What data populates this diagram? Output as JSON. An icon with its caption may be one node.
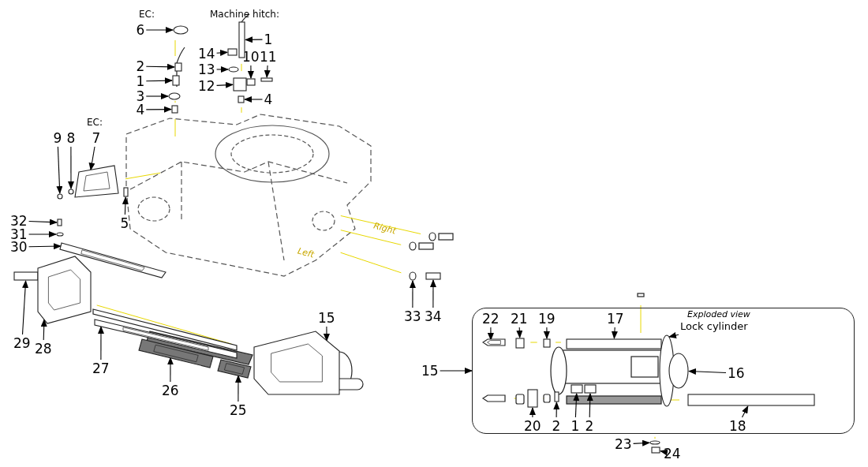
{
  "diagram": {
    "nodes": [
      {
        "text": [
          "6"
        ]
      },
      {
        "text": [
          "2"
        ]
      },
      {
        "text": [
          "1"
        ]
      },
      {
        "text": [
          "3"
        ]
      },
      {
        "text": [
          "4"
        ]
      },
      {
        "text": [
          "1"
        ]
      },
      {
        "text": [
          "14"
        ]
      },
      {
        "text": [
          "13"
        ]
      },
      {
        "text": [
          "12"
        ]
      },
      {
        "text": [
          "10"
        ]
      },
      {
        "text": [
          "11"
        ]
      },
      {
        "text": [
          "4"
        ]
      },
      {
        "text": [
          "9"
        ]
      },
      {
        "text": [
          "8"
        ]
      },
      {
        "text": [
          "7"
        ]
      },
      {
        "text": [
          "5"
        ]
      },
      {
        "text": [
          "32"
        ]
      },
      {
        "text": [
          "31"
        ]
      },
      {
        "text": [
          "30"
        ]
      },
      {
        "text": [
          "29"
        ]
      },
      {
        "text": [
          "28"
        ]
      },
      {
        "text": [
          "27"
        ]
      },
      {
        "text": [
          "26"
        ]
      },
      {
        "text": [
          "25"
        ]
      },
      {
        "text": [
          "15"
        ]
      },
      {
        "text": [
          "33"
        ]
      },
      {
        "text": [
          "34"
        ]
      },
      {
        "text": [
          "Exploded view"
        ]
      },
      {
        "text": [
          "22"
        ],
        "in": 27
      },
      {
        "text": [
          "21"
        ],
        "in": 27
      },
      {
        "text": [
          "19"
        ],
        "in": 27
      },
      {
        "text": [
          "17"
        ],
        "in": 27
      },
      {
        "text": [
          "Lock cylinder"
        ],
        "in": 27
      },
      {
        "text": [
          "15"
        ]
      },
      {
        "text": [
          "16"
        ],
        "in": 27
      },
      {
        "text": [
          "20"
        ],
        "in": 27
      },
      {
        "text": [
          "2"
        ],
        "in": 27
      },
      {
        "text": [
          "1"
        ],
        "in": 27
      },
      {
        "text": [
          "2"
        ],
        "in": 27
      },
      {
        "text": [
          "18"
        ],
        "in": 27
      },
      {
        "text": [
          "23"
        ]
      },
      {
        "text": [
          "24"
        ]
      },
      {
        "text": [],
        "shape": "circle"
      },
      {
        "text": [],
        "shape": "box"
      },
      {
        "text": [],
        "shape": "box"
      },
      {
        "text": [],
        "shape": "circle"
      },
      {
        "text": [],
        "shape": "box"
      },
      {
        "text": [],
        "shape": "box"
      },
      {
        "text": [],
        "shape": "box"
      },
      {
        "text": [],
        "shape": "circle"
      },
      {
        "text": [],
        "shape": "box"
      },
      {
        "text": [],
        "shape": "box"
      },
      {
        "text": [],
        "shape": "box"
      },
      {
        "text": [],
        "shape": "box"
      },
      {
        "text": [],
        "shape": "circle"
      },
      {
        "text": [],
        "shape": "circle"
      },
      {
        "text": [],
        "shape": "picture"
      },
      {
        "text": [],
        "shape": "box"
      },
      {
        "text": [],
        "shape": "box"
      },
      {
        "text": [],
        "shape": "circle"
      },
      {
        "text": [],
        "shape": "picture"
      },
      {
        "text": [],
        "shape": "box"
      },
      {
        "text": [],
        "shape": "picture"
      },
      {
        "text": [],
        "shape": "picture"
      },
      {
        "text": [],
        "shape": "picture"
      },
      {
        "text": [],
        "shape": "picture"
      },
      {
        "text": [],
        "shape": "picture"
      },
      {
        "text": [],
        "shape": "circle"
      },
      {
        "text": [],
        "shape": "box"
      },
      {
        "text": [],
        "shape": "picture",
        "in": 27
      },
      {
        "text": [],
        "shape": "box",
        "in": 27
      },
      {
        "text": [],
        "shape": "box",
        "in": 27
      },
      {
        "text": [],
        "shape": "box",
        "in": 27
      },
      {
        "text": [],
        "shape": "circle",
        "in": 27
      },
      {
        "text": [],
        "shape": "circle",
        "in": 27
      },
      {
        "text": [],
        "shape": "box",
        "in": 27
      },
      {
        "text": [],
        "shape": "box",
        "in": 27
      },
      {
        "text": [],
        "shape": "box",
        "in": 27
      },
      {
        "text": [],
        "shape": "box",
        "in": 27
      },
      {
        "text": [],
        "shape": "box",
        "in": 27
      },
      {
        "text": [],
        "shape": "circle"
      },
      {
        "text": [],
        "shape": "box"
      }
    ],
    "edges": [
      {
        "from": 0,
        "to": 42,
        "arrow": "to"
      },
      {
        "from": 1,
        "to": 43,
        "arrow": "to"
      },
      {
        "from": 2,
        "to": 44,
        "arrow": "to"
      },
      {
        "from": 3,
        "to": 45,
        "arrow": "to"
      },
      {
        "from": 4,
        "to": 46,
        "arrow": "to"
      },
      {
        "from": 5,
        "to": 47,
        "arrow": "to"
      },
      {
        "from": 6,
        "to": 48,
        "arrow": "to"
      },
      {
        "from": 7,
        "to": 49,
        "arrow": "to"
      },
      {
        "from": 8,
        "to": 50,
        "arrow": "to"
      },
      {
        "from": 9,
        "to": 51,
        "arrow": "to"
      },
      {
        "from": 10,
        "to": 52,
        "arrow": "to"
      },
      {
        "from": 11,
        "to": 53,
        "arrow": "to"
      },
      {
        "from": 12,
        "to": 54,
        "arrow": "to"
      },
      {
        "from": 13,
        "to": 55,
        "arrow": "to"
      },
      {
        "from": 14,
        "to": 56,
        "arrow": "to"
      },
      {
        "from": 15,
        "to": 57,
        "arrow": "to"
      },
      {
        "from": 16,
        "to": 58,
        "arrow": "to"
      },
      {
        "from": 17,
        "to": 59,
        "arrow": "to"
      },
      {
        "from": 18,
        "to": 60,
        "arrow": "to"
      },
      {
        "from": 19,
        "to": 61,
        "arrow": "to"
      },
      {
        "from": 20,
        "to": 62,
        "arrow": "to"
      },
      {
        "from": 21,
        "to": 63,
        "arrow": "to"
      },
      {
        "from": 22,
        "to": 64,
        "arrow": "to"
      },
      {
        "from": 23,
        "to": 65,
        "arrow": "to"
      },
      {
        "from": 24,
        "to": 66,
        "arrow": "to"
      },
      {
        "from": 25,
        "to": 67,
        "arrow": "to"
      },
      {
        "from": 26,
        "to": 68,
        "arrow": "to"
      },
      {
        "from": 28,
        "to": 69,
        "arrow": "to"
      },
      {
        "from": 29,
        "to": 70,
        "arrow": "to"
      },
      {
        "from": 30,
        "to": 71,
        "arrow": "to"
      },
      {
        "from": 31,
        "to": 72,
        "arrow": "to"
      },
      {
        "from": 32,
        "to": 73,
        "arrow": "to"
      },
      {
        "from": 33,
        "to": 27,
        "arrow": "to"
      },
      {
        "from": 34,
        "to": 74,
        "arrow": "to"
      },
      {
        "from": 35,
        "to": 75,
        "arrow": "to"
      },
      {
        "from": 36,
        "to": 76,
        "arrow": "to"
      },
      {
        "from": 37,
        "to": 77,
        "arrow": "to"
      },
      {
        "from": 38,
        "to": 78,
        "arrow": "to"
      },
      {
        "from": 39,
        "to": 79,
        "arrow": "to"
      },
      {
        "from": 40,
        "to": 80,
        "arrow": "to"
      },
      {
        "from": 41,
        "to": 81,
        "arrow": "to"
      }
    ],
    "labels": [
      "EC:",
      "Machine hitch:",
      "EC:",
      "Right",
      "Left"
    ]
  }
}
